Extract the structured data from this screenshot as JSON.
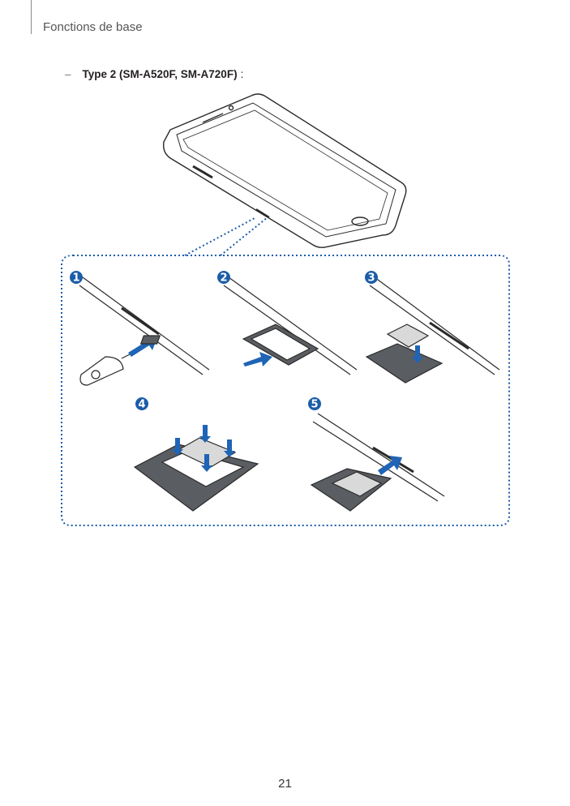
{
  "header": {
    "section_title": "Fonctions de base"
  },
  "item": {
    "bullet": "–",
    "label": "Type 2 (SM-A520F, SM-A720F)",
    "colon": ":"
  },
  "steps": [
    "1",
    "2",
    "3",
    "4",
    "5"
  ],
  "colors": {
    "accent": "#1b5da8",
    "arrow": "#1f64b5",
    "line": "#2a2a2a",
    "tray": "#5a5d62"
  },
  "footer": {
    "page_number": "21"
  }
}
